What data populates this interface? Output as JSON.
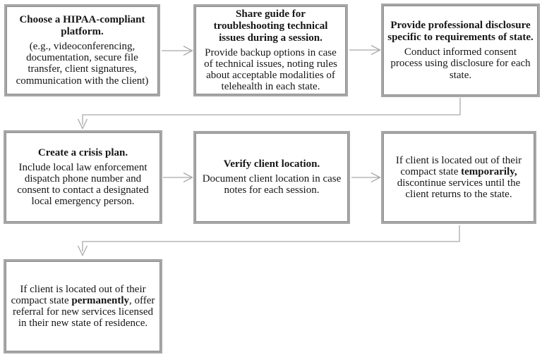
{
  "colors": {
    "background": "#ffffff",
    "box_border": "#a6a6a6",
    "box_border_inner": "#8f8f8f",
    "connector": "#a9a9a9",
    "text": "#161616"
  },
  "boxes": [
    {
      "id": "choose-platform",
      "title": "Choose a HIPAA-compliant platform.",
      "body": "(e.g., videoconferencing, documentation, secure file transfer, client signatures, communication with the client)"
    },
    {
      "id": "share-guide",
      "title": "Share guide for troubleshooting technical issues during a session.",
      "body": "Provide backup options in case of technical issues, noting rules about acceptable modalities of telehealth in each state."
    },
    {
      "id": "professional-disclosure",
      "title": "Provide professional disclosure specific to requirements of state.",
      "body": "Conduct informed consent process using disclosure for each state."
    },
    {
      "id": "crisis-plan",
      "title": "Create a crisis plan.",
      "body": "Include local law enforcement dispatch phone number and consent to contact a designated local emergency person."
    },
    {
      "id": "verify-client-location",
      "title": "Verify client location.",
      "body": "Document client location in case notes for each session."
    },
    {
      "id": "temporary-out-of-state",
      "body_prefix": "If client is located out of their compact state ",
      "body_bold": "temporarily,",
      "body_suffix": " discontinue services until the client returns to the state."
    },
    {
      "id": "permanent-out-of-state",
      "body_prefix": "If client is located out of their compact state ",
      "body_bold": "permanently",
      "body_suffix": ", offer referral for new services licensed in their new state of residence."
    }
  ],
  "connections": [
    {
      "from": "choose-platform",
      "to": "share-guide"
    },
    {
      "from": "share-guide",
      "to": "professional-disclosure"
    },
    {
      "from": "professional-disclosure",
      "to": "crisis-plan"
    },
    {
      "from": "crisis-plan",
      "to": "verify-client-location"
    },
    {
      "from": "verify-client-location",
      "to": "temporary-out-of-state"
    },
    {
      "from": "temporary-out-of-state",
      "to": "permanent-out-of-state"
    }
  ]
}
